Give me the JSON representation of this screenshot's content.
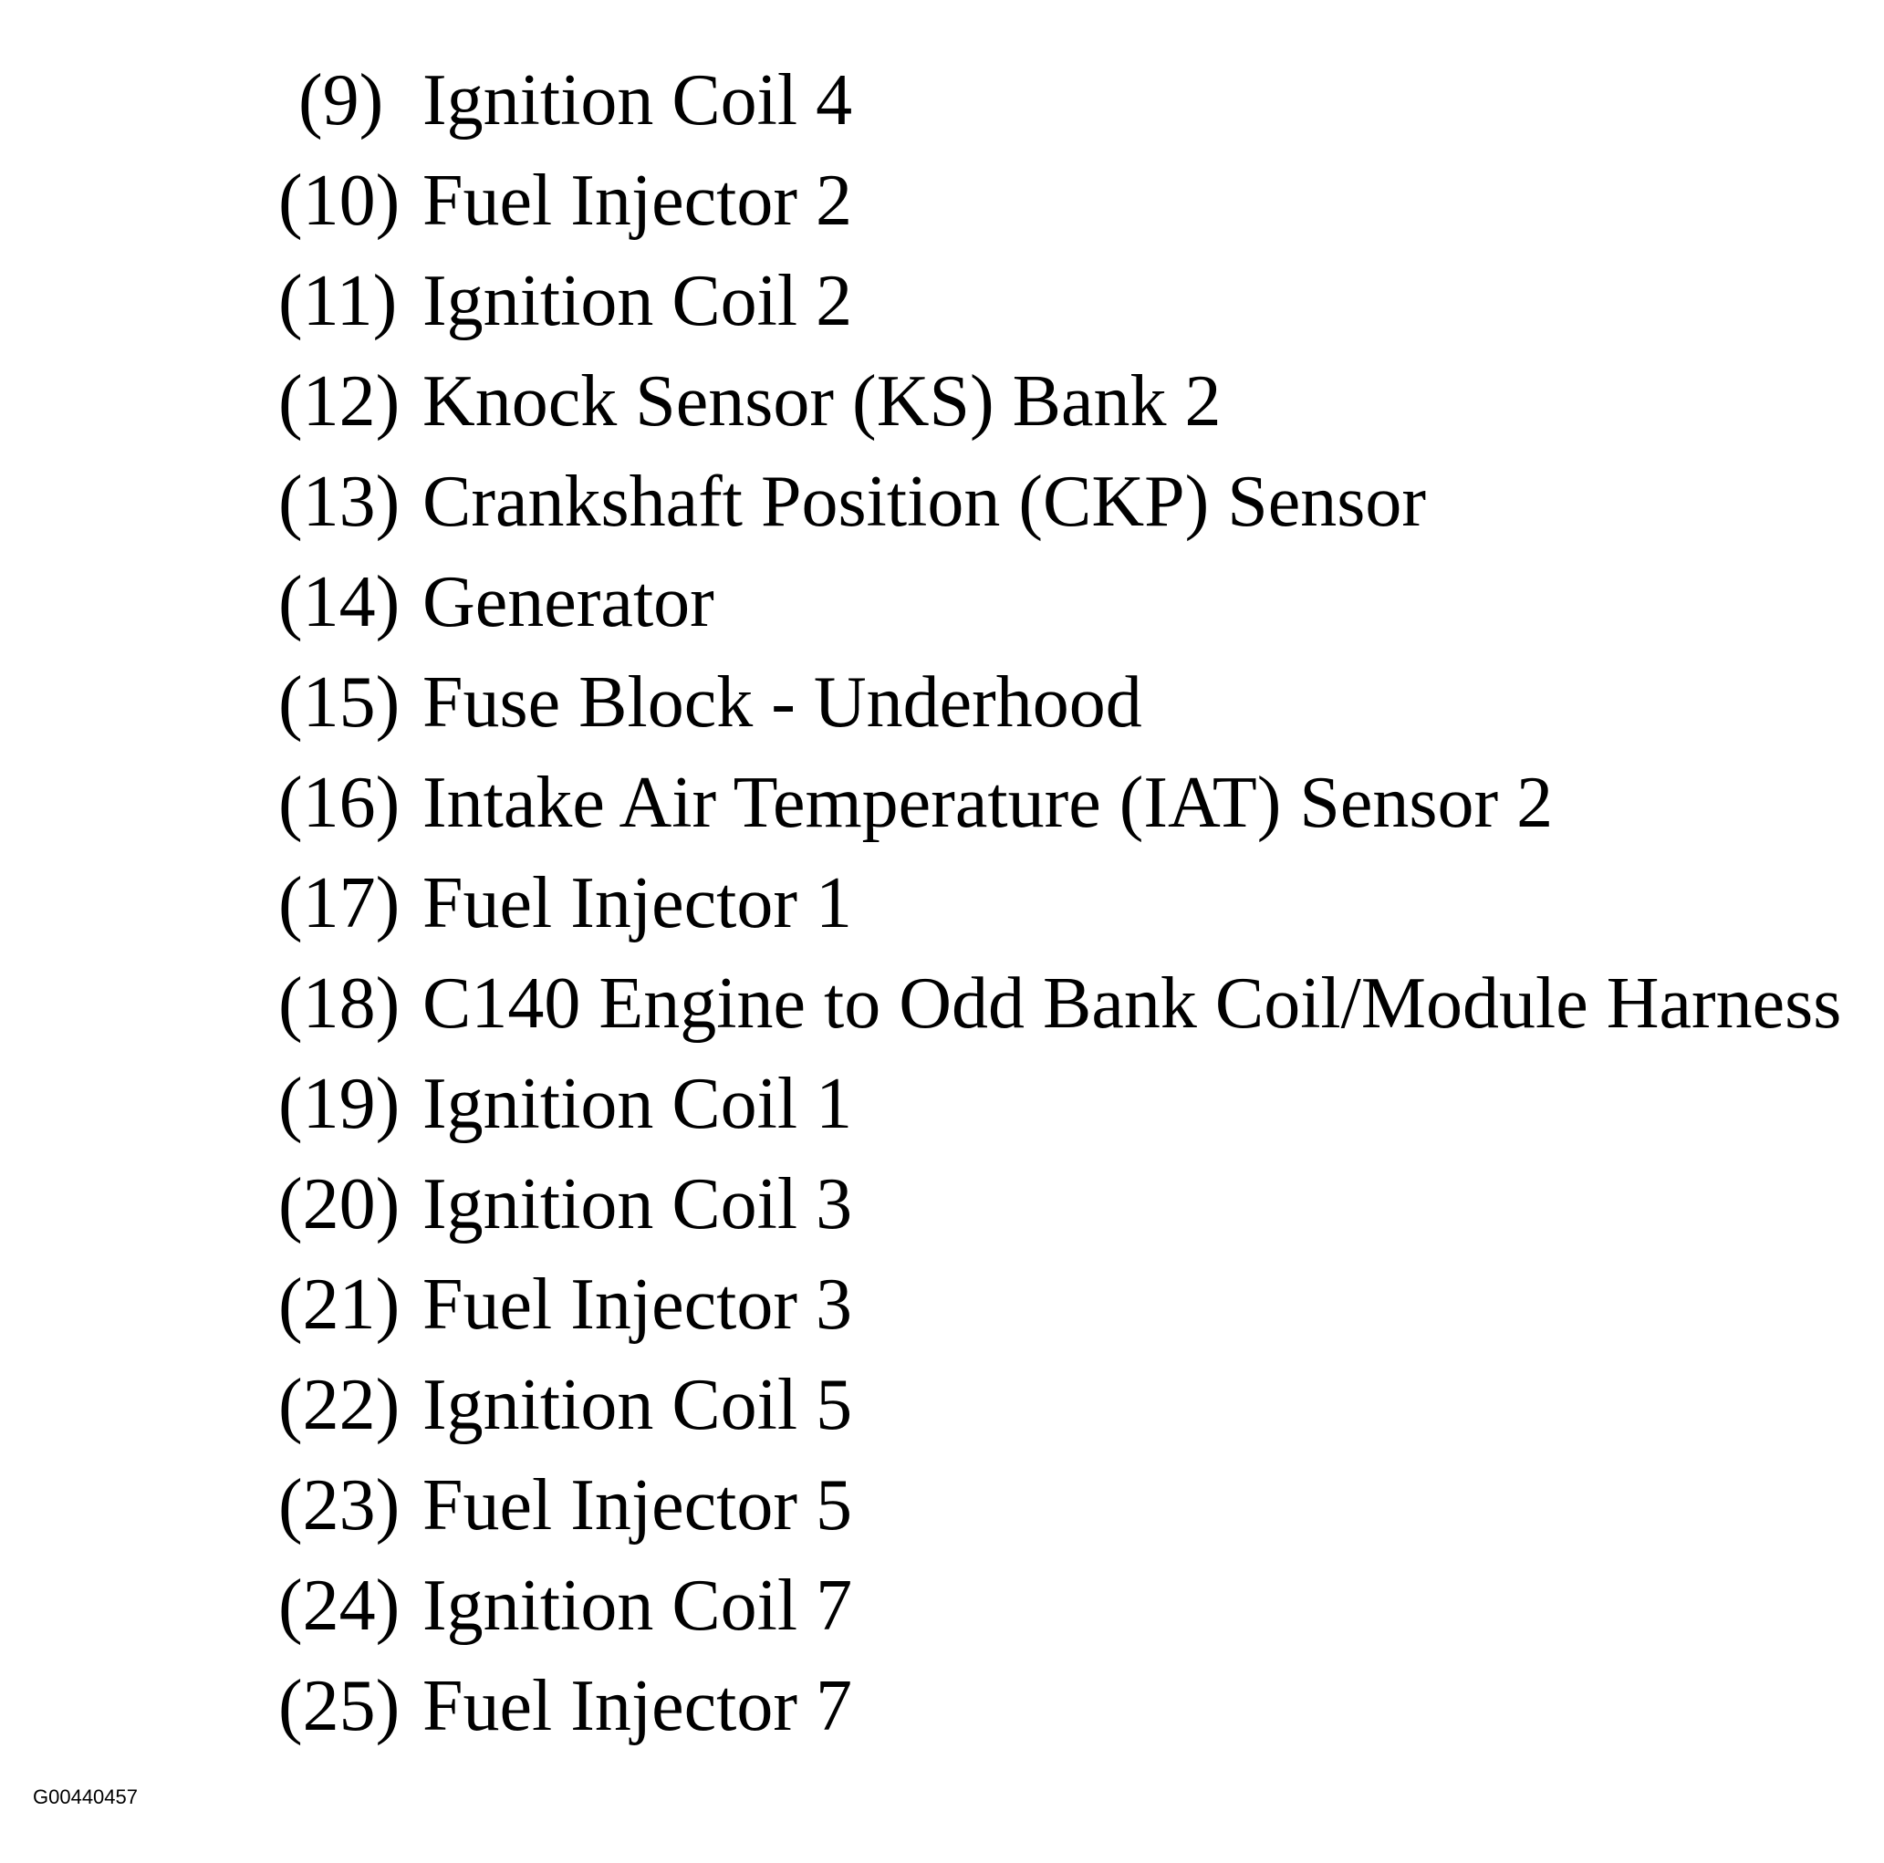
{
  "legend": {
    "items": [
      {
        "number": "(9)",
        "label": "Ignition Coil 4"
      },
      {
        "number": "(10)",
        "label": "Fuel Injector 2"
      },
      {
        "number": "(11)",
        "label": "Ignition Coil 2"
      },
      {
        "number": "(12)",
        "label": "Knock Sensor (KS) Bank 2"
      },
      {
        "number": "(13)",
        "label": "Crankshaft Position (CKP) Sensor"
      },
      {
        "number": "(14)",
        "label": "Generator"
      },
      {
        "number": "(15)",
        "label": "Fuse Block - Underhood"
      },
      {
        "number": "(16)",
        "label": "Intake Air Temperature (IAT) Sensor 2"
      },
      {
        "number": "(17)",
        "label": "Fuel Injector 1"
      },
      {
        "number": "(18)",
        "label": "C140 Engine to Odd Bank Coil/Module Harness"
      },
      {
        "number": "(19)",
        "label": "Ignition Coil 1"
      },
      {
        "number": "(20)",
        "label": "Ignition Coil 3"
      },
      {
        "number": "(21)",
        "label": "Fuel Injector 3"
      },
      {
        "number": "(22)",
        "label": "Ignition Coil 5"
      },
      {
        "number": "(23)",
        "label": "Fuel Injector 5"
      },
      {
        "number": "(24)",
        "label": "Ignition Coil 7"
      },
      {
        "number": "(25)",
        "label": "Fuel Injector 7"
      }
    ]
  },
  "figure_code": "G00440457"
}
